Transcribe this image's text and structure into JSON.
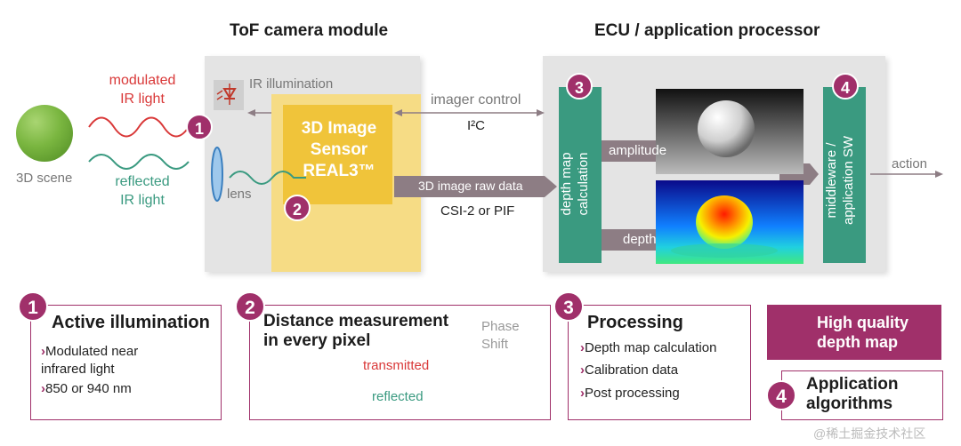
{
  "titles": {
    "tof_module": "ToF camera module",
    "ecu": "ECU / application processor"
  },
  "scene": {
    "label": "3D scene",
    "modulated": "modulated\nIR light",
    "reflected": "reflected\nIR light"
  },
  "module": {
    "ir_illumination": "IR illumination",
    "lens": "lens",
    "sensor": "3D Image\nSensor\nREAL3™",
    "imager_control": "imager control",
    "i2c": "I²C",
    "raw_data": "3D image raw data",
    "csi": "CSI-2 or PIF"
  },
  "ecu_block": {
    "depth_calc": "depth map\ncalculation",
    "amplitude": "amplitude",
    "depth": "depth",
    "middleware": "middleware /\napplication SW",
    "action": "action"
  },
  "badges": [
    "1",
    "2",
    "3",
    "4"
  ],
  "panels": {
    "p1": {
      "num": "1",
      "title": "Active illumination",
      "bullets": [
        "Modulated near\ninfrared light",
        "850 or 940 nm"
      ]
    },
    "p2": {
      "num": "2",
      "title": "Distance measurement\nin every pixel",
      "phase": "Phase\nShift",
      "transmitted": "transmitted",
      "reflected": "reflected"
    },
    "p3": {
      "num": "3",
      "title": "Processing",
      "bullets": [
        "Depth map calculation",
        "Calibration data",
        "Post processing"
      ]
    },
    "p4": {
      "hq": "High quality\ndepth map",
      "num": "4",
      "title": "Application\nalgorithms"
    }
  },
  "watermark": "@稀土掘金技术社区",
  "colors": {
    "accent": "#a0306a",
    "teal": "#3a9a80",
    "red": "#d93838",
    "gray_arrow": "#8d7d84",
    "sensor": "#f0c43a"
  }
}
